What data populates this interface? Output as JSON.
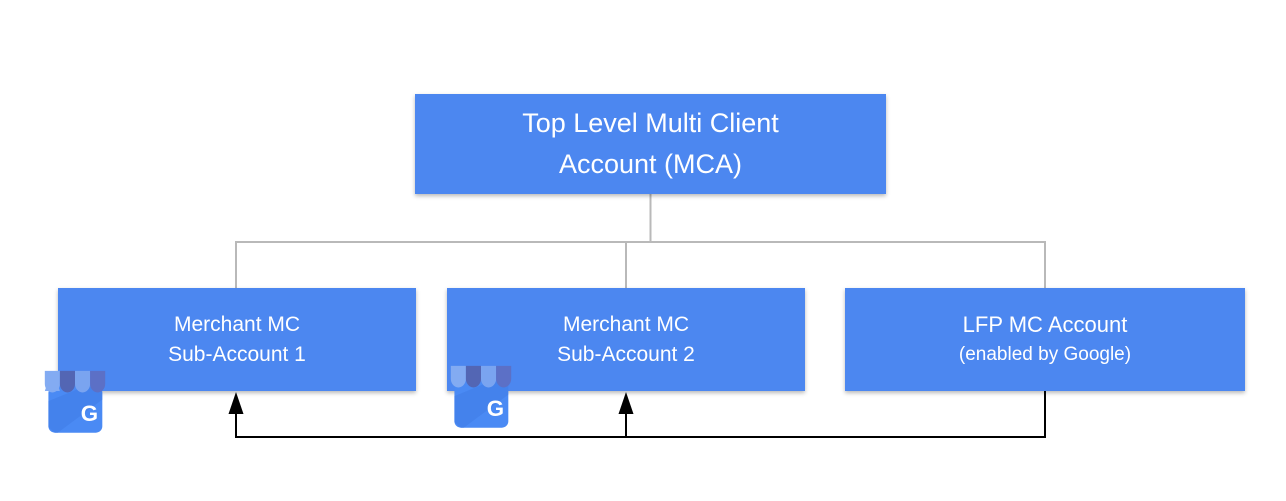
{
  "colors": {
    "node_fill": "#4c87f0",
    "node_text": "#ffffff",
    "tree_line": "#b9b9b9",
    "flow_line": "#000000",
    "canvas_bg": "#ffffff"
  },
  "nodes": {
    "mca": {
      "line1": "Top Level Multi Client",
      "line2": "Account (MCA)"
    },
    "sub1": {
      "line1": "Merchant MC",
      "line2": "Sub-Account 1"
    },
    "sub2": {
      "line1": "Merchant MC",
      "line2": "Sub-Account 2"
    },
    "lfp": {
      "line1": "LFP MC Account",
      "line2": "(enabled by Google)"
    }
  },
  "icons": {
    "sub1_badge": "google-business-storefront-icon",
    "sub2_badge": "google-business-storefront-icon",
    "storefront_letter": "G"
  }
}
